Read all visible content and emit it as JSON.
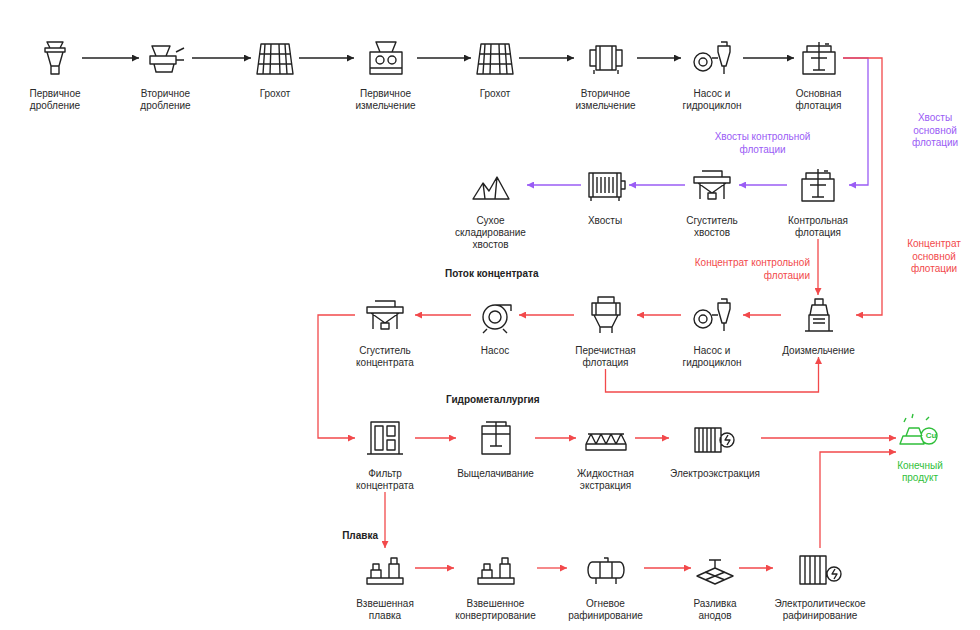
{
  "diagram": {
    "nodes": [
      {
        "text": [
          "Первичное дробление"
        ]
      },
      {
        "text": [
          "Вторичное дробление"
        ]
      },
      {
        "text": [
          "Грохот"
        ]
      },
      {
        "text": [
          "Первичное измельчение"
        ]
      },
      {
        "text": [
          "Грохот"
        ]
      },
      {
        "text": [
          "Вторичное измельчение"
        ]
      },
      {
        "text": [
          "Насос и гидроциклон"
        ]
      },
      {
        "text": [
          "Основная флотация"
        ]
      },
      {
        "text": [
          "Сухое складирование хвостов"
        ]
      },
      {
        "text": [
          "Хвосты"
        ]
      },
      {
        "text": [
          "Сгуститель хвостов"
        ]
      },
      {
        "text": [
          "Контрольная флотация"
        ]
      },
      {
        "text": [
          "Сгуститель концентрата"
        ]
      },
      {
        "text": [
          "Насос"
        ]
      },
      {
        "text": [
          "Перечистная флотация"
        ]
      },
      {
        "text": [
          "Насос и гидроциклон"
        ]
      },
      {
        "text": [
          "Доизмельчение"
        ]
      },
      {
        "text": [
          "Фильтр концентрата"
        ]
      },
      {
        "text": [
          "Выщелачивание"
        ]
      },
      {
        "text": [
          "Жидкостная экстракция"
        ]
      },
      {
        "text": [
          "Электроэкстракция"
        ]
      },
      {
        "text": [
          "Конечный продукт"
        ]
      },
      {
        "text": [
          "Взвешенная плавка"
        ]
      },
      {
        "text": [
          "Взвешенное конвертирование"
        ]
      },
      {
        "text": [
          "Огневое рафинирование"
        ]
      },
      {
        "text": [
          "Разливка анодов"
        ]
      },
      {
        "text": [
          "Электролитическое рафинирование"
        ]
      }
    ],
    "edges": [
      {
        "from": 0,
        "to": 1,
        "arrow": "to"
      },
      {
        "from": 1,
        "to": 2,
        "arrow": "to"
      },
      {
        "from": 2,
        "to": 3,
        "arrow": "to"
      },
      {
        "from": 3,
        "to": 4,
        "arrow": "to"
      },
      {
        "from": 4,
        "to": 5,
        "arrow": "to"
      },
      {
        "from": 5,
        "to": 6,
        "arrow": "to"
      },
      {
        "from": 6,
        "to": 7,
        "arrow": "to"
      },
      {
        "from": 7,
        "to": 11,
        "label": "Хвосты основной флотации",
        "arrow": "to"
      },
      {
        "from": 7,
        "to": 16,
        "label": "Концентрат основной флотации",
        "arrow": "to"
      },
      {
        "from": 11,
        "to": 10,
        "label": "Хвосты контрольной флотации",
        "arrow": "to"
      },
      {
        "from": 10,
        "to": 9,
        "arrow": "to"
      },
      {
        "from": 9,
        "to": 8,
        "arrow": "to"
      },
      {
        "from": 11,
        "to": 16,
        "label": "Концентрат контрольной флотации",
        "arrow": "to"
      },
      {
        "from": 16,
        "to": 15,
        "arrow": "to"
      },
      {
        "from": 15,
        "to": 14,
        "arrow": "to"
      },
      {
        "from": 14,
        "to": 13,
        "arrow": "to"
      },
      {
        "from": 13,
        "to": 12,
        "arrow": "to"
      },
      {
        "from": 14,
        "to": 16,
        "arrow": "to"
      },
      {
        "from": 12,
        "to": 17,
        "arrow": "to"
      },
      {
        "from": 17,
        "to": 18,
        "arrow": "to"
      },
      {
        "from": 18,
        "to": 19,
        "arrow": "to"
      },
      {
        "from": 19,
        "to": 20,
        "arrow": "to"
      },
      {
        "from": 20,
        "to": 21,
        "arrow": "to"
      },
      {
        "from": 17,
        "to": 22,
        "arrow": "to"
      },
      {
        "from": 22,
        "to": 23,
        "arrow": "to"
      },
      {
        "from": 23,
        "to": 24,
        "arrow": "to"
      },
      {
        "from": 24,
        "to": 25,
        "arrow": "to"
      },
      {
        "from": 25,
        "to": 26,
        "arrow": "to"
      },
      {
        "from": 26,
        "to": 21,
        "arrow": "to"
      }
    ],
    "labels": [
      "Поток концентрата",
      "Гидрометаллургия",
      "Плавка",
      "Cu"
    ]
  }
}
